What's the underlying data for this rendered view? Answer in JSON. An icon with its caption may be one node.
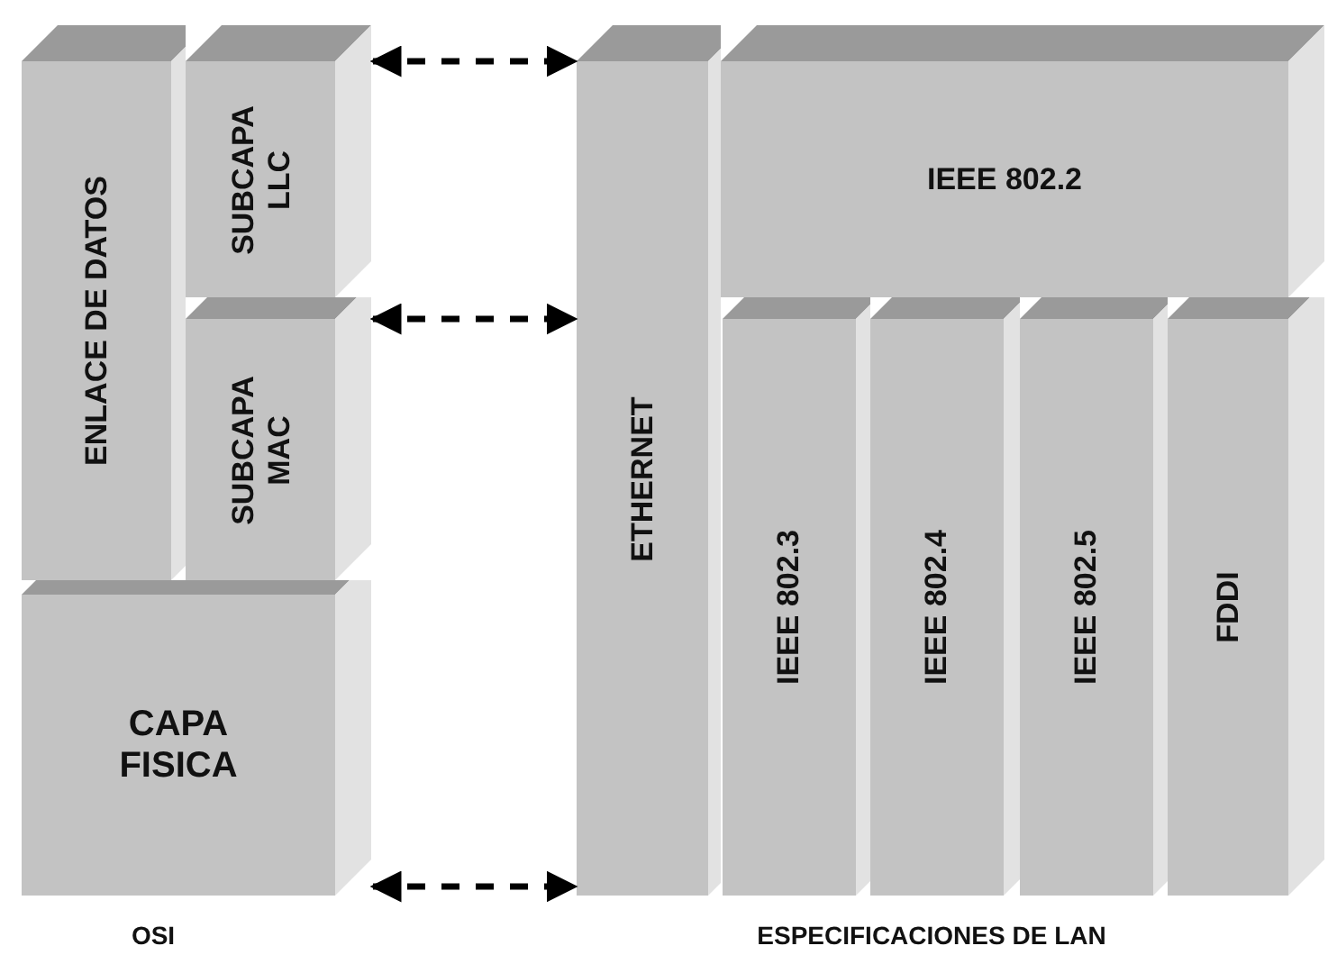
{
  "diagram": {
    "nodes": [
      {
        "text": [
          "ENLACE DE DATOS"
        ]
      },
      {
        "text": [
          "SUBCAPA LLC"
        ]
      },
      {
        "text": [
          "SUBCAPA MAC"
        ]
      },
      {
        "text": [
          "CAPA FISICA"
        ]
      },
      {
        "text": [
          "ETHERNET"
        ]
      },
      {
        "text": [
          "IEEE 802.2"
        ]
      },
      {
        "text": [
          "IEEE 802.3"
        ]
      },
      {
        "text": [
          "IEEE 802.4"
        ]
      },
      {
        "text": [
          "IEEE 802.5"
        ]
      },
      {
        "text": [
          "FDDI"
        ]
      }
    ],
    "edges": [
      {
        "from": 1,
        "to": 4,
        "arrow": "both",
        "style": "dashed"
      },
      {
        "from": 2,
        "to": 4,
        "arrow": "both",
        "style": "dashed"
      },
      {
        "from": 3,
        "to": 4,
        "arrow": "both",
        "style": "dashed"
      }
    ],
    "labels": [
      "OSI",
      "ESPECIFICACIONES DE LAN"
    ]
  }
}
